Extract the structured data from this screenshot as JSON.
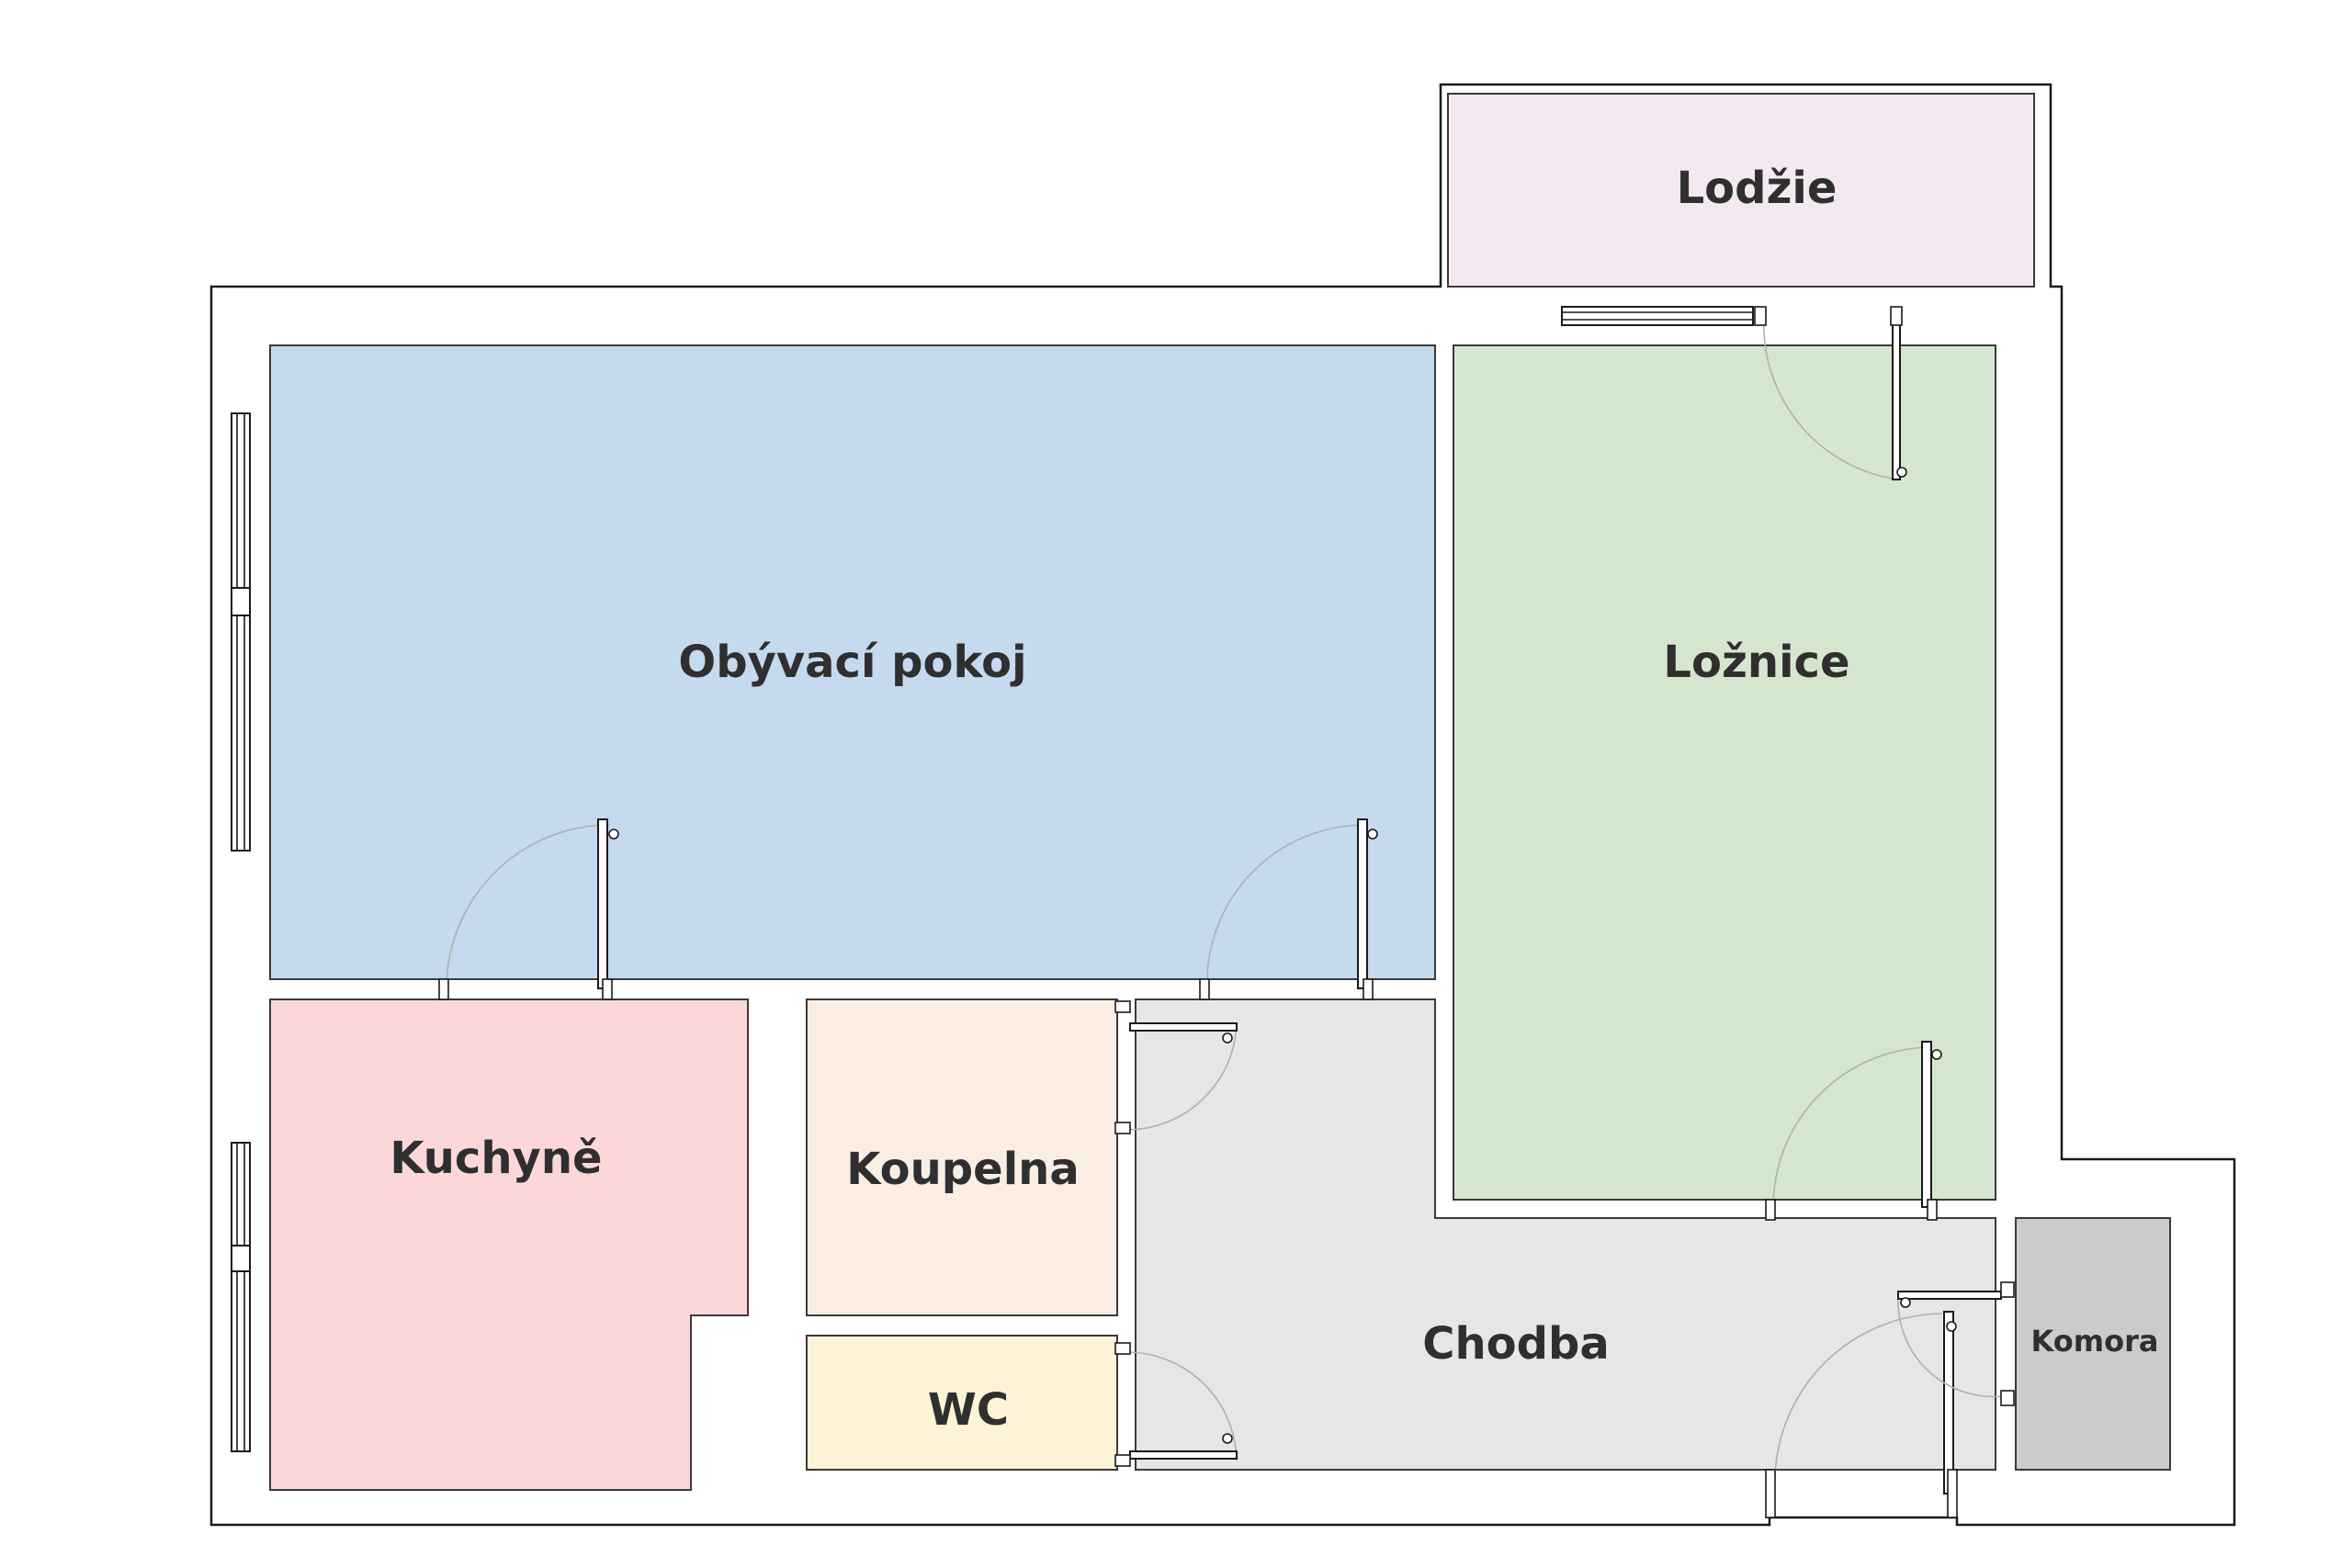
{
  "floor_plan": {
    "rooms": [
      {
        "id": "living",
        "label": "Obývací pokoj",
        "color": "#c5d9ef"
      },
      {
        "id": "bedroom",
        "label": "Ložnice",
        "color": "#d5e6cf"
      },
      {
        "id": "loggia",
        "label": "Lodžie",
        "color": "#f5e9f1"
      },
      {
        "id": "kitchen",
        "label": "Kuchyně",
        "color": "#fdd7d8"
      },
      {
        "id": "bathroom",
        "label": "Koupelna",
        "color": "#faeee3"
      },
      {
        "id": "wc",
        "label": "WC",
        "color": "#fdf3d6"
      },
      {
        "id": "hallway",
        "label": "Chodba",
        "color": "#e6e6e6"
      },
      {
        "id": "storage",
        "label": "Komora",
        "color": "#cbcbcb"
      }
    ],
    "wall_color": "#ffffff",
    "outline_color": "#1a1a1a",
    "door_arc_color": "#b0b0b0"
  }
}
